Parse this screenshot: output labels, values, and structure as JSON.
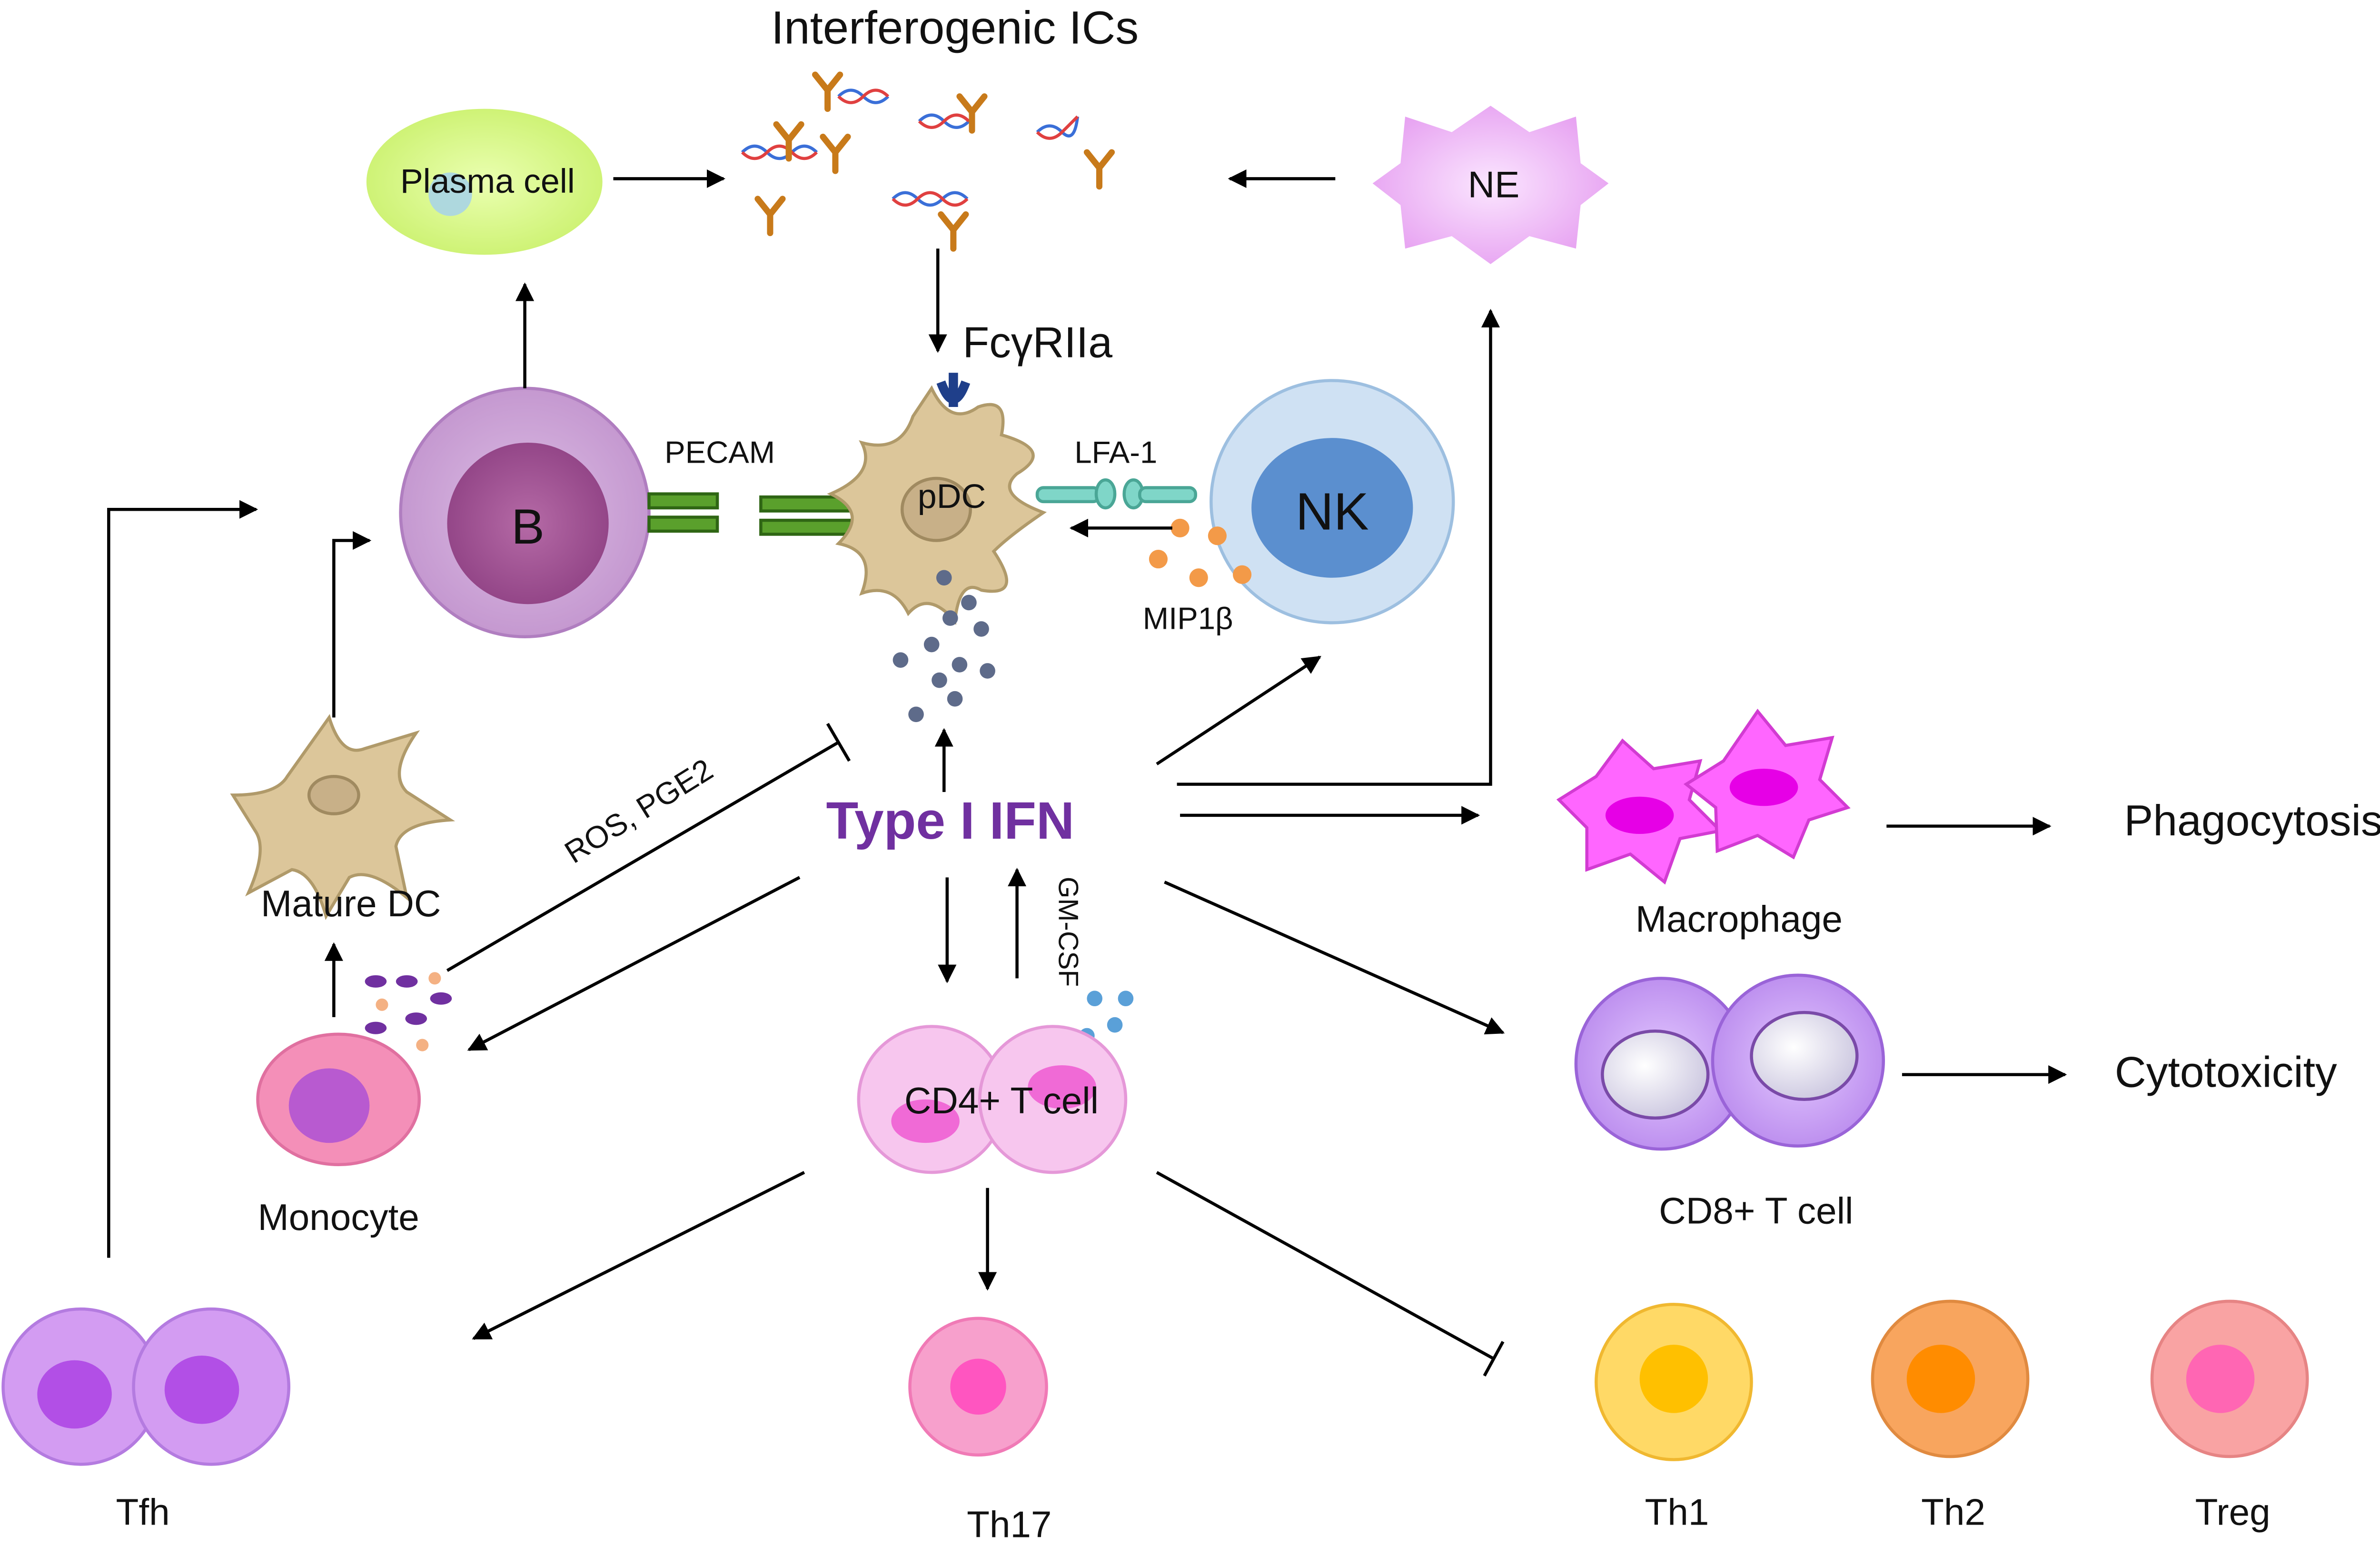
{
  "title": "Interferogenic ICs",
  "labels": {
    "plasma_cell": "Plasma cell",
    "ne": "NE",
    "fcgr": "FcγRIIa",
    "pecam": "PECAM",
    "lfa": "LFA-1",
    "b": "B",
    "pdc": "pDC",
    "nk": "NK",
    "mip": "MIP1β",
    "type1ifn": "Type I IFN",
    "ros": "ROS, PGE2",
    "gmcsf": "GM-CSF",
    "mature_dc": "Mature DC",
    "monocyte": "Monocyte",
    "cd4": "CD4+ T cell",
    "macrophage": "Macrophage",
    "phagocytosis": "Phagocytosis",
    "cd8": "CD8+ T cell",
    "cytotoxicity": "Cytotoxicity",
    "tfh": "Tfh",
    "th17": "Th17",
    "th1": "Th1",
    "th2": "Th2",
    "treg": "Treg"
  },
  "colors": {
    "ifn_text": "#7030a0",
    "b_cell": "#c79ad0",
    "nk_cell": "#b7d2ec",
    "macrophage": "#ff66ff",
    "cd8": "#c89bf2",
    "th1": "#ffd966",
    "th2": "#f4a460",
    "treg": "#f8a0a0"
  }
}
